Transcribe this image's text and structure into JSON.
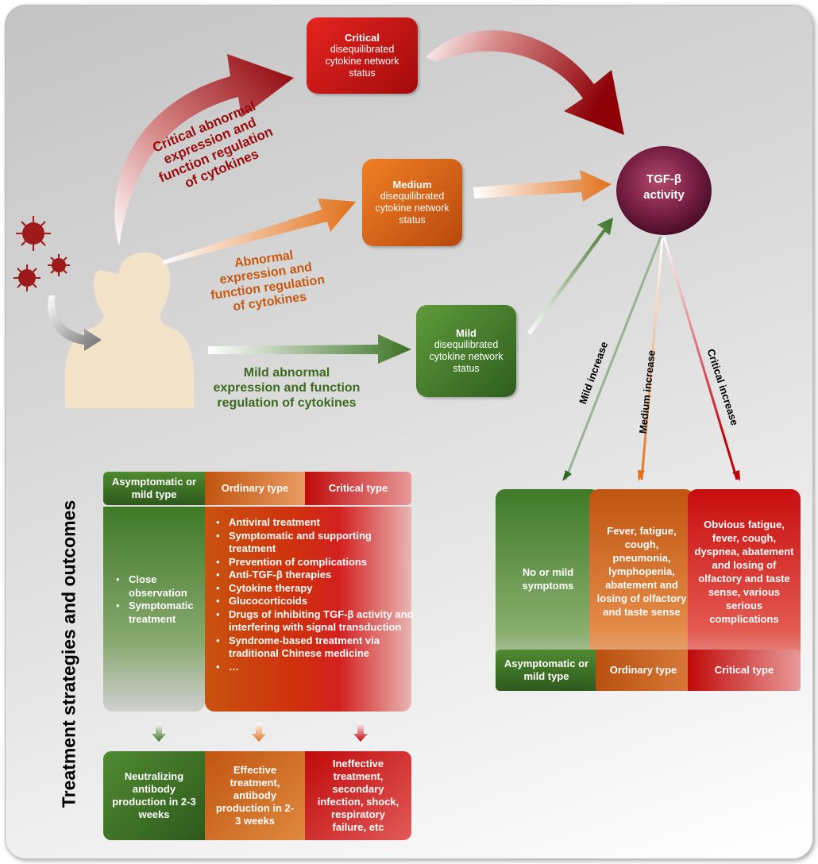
{
  "critical_box": {
    "title": "Critical",
    "text": "disequilibrated cytokine network status"
  },
  "medium_box": {
    "title": "Medium",
    "text": "disequilibrated cytokine network status"
  },
  "mild_box": {
    "title": "Mild",
    "text": "disequilibrated cytokine network  status"
  },
  "tgf": {
    "label": "TGF-β activity"
  },
  "arrow_labels": {
    "critical": "Critical abnormal expression and function regulation of cytokines",
    "abnormal": "Abnormal expression and function regulation of cytokines",
    "mild": "Mild abnormal expression and function regulation of cytokines"
  },
  "increase_labels": {
    "mild": "Mild increase",
    "medium": "Medium  increase",
    "critical": "Critical increase"
  },
  "symptoms": {
    "mild": "No or mild symptoms",
    "medium": "Fever, fatigue, cough, pneumonia, lymphopenia, abatement and losing of olfactory and taste sense",
    "critical": "Obvious fatigue, fever, cough, dyspnea, abatement and losing of olfactory and taste sense, various serious complications"
  },
  "symptom_types": {
    "mild": "Asymptomatic or mild type",
    "medium": "Ordinary type",
    "critical": "Critical type"
  },
  "treatment": {
    "side_title": "Treatment strategies and outcomes",
    "headers": {
      "mild": "Asymptomatic or mild type",
      "ordinary": "Ordinary type",
      "critical": "Critical type"
    },
    "mild_items": [
      "Close observation",
      "Symptomatic treatment"
    ],
    "items": [
      "Antiviral treatment",
      "Symptomatic and supporting treatment",
      "Prevention of complications",
      "Anti-TGF-β therapies",
      "Cytokine therapy",
      "Glucocorticoids",
      "Drugs of inhibiting TGF-β activity and interfering with signal transduction",
      "Syndrome-based treatment via traditional Chinese medicine",
      "…"
    ]
  },
  "outcomes": {
    "mild": "Neutralizing antibody production in 2-3 weeks",
    "ordinary": "Effective treatment, antibody production in 2-3 weeks",
    "critical": "Ineffective treatment, secondary infection, shock, respiratory failure, etc"
  },
  "colors": {
    "critical": "#b8000b",
    "medium": "#c85a10",
    "mild": "#4a7a2a",
    "tgf": "#7a2040"
  }
}
